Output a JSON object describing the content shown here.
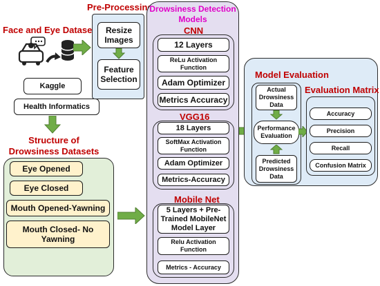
{
  "datasets": {
    "title": "Face and Eye Datasets",
    "sources": [
      "Kaggle",
      "Health Informatics"
    ]
  },
  "preprocessing": {
    "title": "Pre-Processing",
    "steps": [
      "Resize Images",
      "Feature Selection"
    ]
  },
  "structure": {
    "title": "Structure of Drowsiness Datasets",
    "items": [
      "Eye Opened",
      "Eye Closed",
      "Mouth Opened-Yawning",
      "Mouth Closed- No Yawning"
    ]
  },
  "models": {
    "title": "Drowsiness Detection Models",
    "cnn": {
      "title": "CNN",
      "items": [
        "12 Layers",
        "ReLu Activation Function",
        "Adam Optimizer",
        "Metrics Accuracy"
      ]
    },
    "vgg": {
      "title": "VGG16",
      "items": [
        "18 Layers",
        "SoftMax Activation Function",
        "Adam Optimizer",
        "Metrics-Accuracy"
      ]
    },
    "mobilenet": {
      "title": "Mobile Net",
      "items": [
        "5 Layers + Pre-Trained MobileNet Model Layer",
        "Relu Activation Function",
        "Metrics - Accuracy"
      ]
    }
  },
  "evaluation": {
    "title": "Model Evaluation",
    "actual": "Actual Drowsiness Data",
    "performance": "Performance Evaluation",
    "predicted": "Predicted Drowsiness Data",
    "matrix_title": "Evaluation Matrix",
    "matrix_items": [
      "Accuracy",
      "Precision",
      "Recall",
      "Confusion Matrix"
    ]
  },
  "colors": {
    "arrow_green": "#70ad47",
    "title_red": "#c00000",
    "title_magenta": "#e000c8",
    "panel_green": "#e2efd9",
    "panel_blue": "#deebf7",
    "panel_lavender": "#e4def0",
    "box_yellow": "#fff2cc"
  }
}
